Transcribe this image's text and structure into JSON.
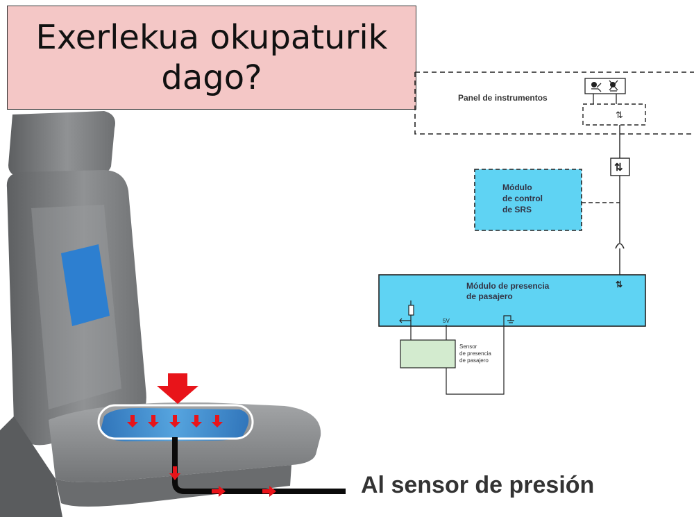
{
  "title": {
    "line1": "Exerlekua okupaturik",
    "line2": "dago?"
  },
  "bottom_label": "Al sensor de presión",
  "diagram": {
    "panel_label": "Panel de instrumentos",
    "srs_module": [
      "Módulo",
      "de control",
      "de SRS"
    ],
    "presence_module": [
      "Módulo de presencia",
      "de pasajero"
    ],
    "voltage_label": "5V",
    "sensor_label": [
      "Sensor",
      "de presencia",
      "de pasajero"
    ]
  },
  "colors": {
    "title_bg": "#f4c7c6",
    "module_fill": "#5fd3f3",
    "sensor_fill": "#d3ebcf",
    "arrow_red": "#e8141a",
    "seat_gray": "#8a8c8e",
    "pad_blue": "#2d8fd8"
  }
}
